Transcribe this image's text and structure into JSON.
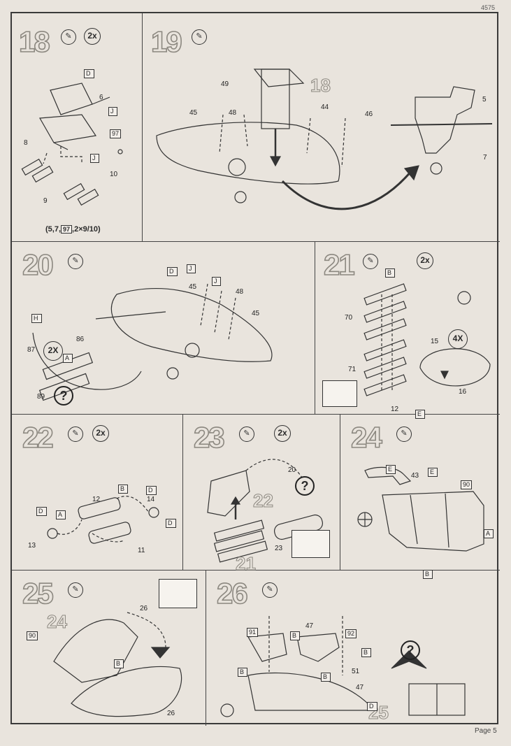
{
  "page": {
    "code": "4575",
    "footer": "Page 5"
  },
  "steps": {
    "s18": {
      "number": "18",
      "count": "2x",
      "labels": [
        "6",
        "8",
        "9",
        "10"
      ],
      "flags": [
        "D",
        "J",
        "J"
      ],
      "box": "97",
      "note_pre": "(5,7,",
      "note_box": "97",
      "note_post": ",2×9/10)"
    },
    "s19": {
      "number": "19",
      "labels": [
        "49",
        "45",
        "48",
        "44",
        "46",
        "5",
        "7"
      ],
      "ghost": "18"
    },
    "s20": {
      "number": "20",
      "count": "2X",
      "flags": [
        "D",
        "J",
        "J",
        "H",
        "A"
      ],
      "labels": [
        "45",
        "48",
        "45",
        "86",
        "87",
        "89"
      ],
      "qmark": "?"
    },
    "s21": {
      "number": "21",
      "count": "2x",
      "count2": "4X",
      "flags": [
        "B",
        "E"
      ],
      "labels": [
        "70",
        "71",
        "12",
        "15",
        "16"
      ]
    },
    "s22": {
      "number": "22",
      "count": "2x",
      "flags": [
        "B",
        "D",
        "D",
        "A",
        "D"
      ],
      "labels": [
        "12",
        "14",
        "13",
        "11"
      ]
    },
    "s23": {
      "number": "23",
      "count": "2x",
      "labels": [
        "20",
        "23"
      ],
      "ghost1": "22",
      "ghost2": "21",
      "qmark": "?"
    },
    "s24": {
      "number": "24",
      "flags": [
        "E",
        "E",
        "A",
        "B"
      ],
      "labels": [
        "43"
      ],
      "box": "90"
    },
    "s25": {
      "number": "25",
      "labels": [
        "26",
        "26"
      ],
      "ghost": "24",
      "box": "90",
      "flags": [
        "B"
      ]
    },
    "s26": {
      "number": "26",
      "labels": [
        "47",
        "51",
        "47"
      ],
      "boxes": [
        "91",
        "92"
      ],
      "flags": [
        "B",
        "B",
        "B",
        "B",
        "D"
      ],
      "ghost": "25",
      "qmark": "?"
    }
  }
}
